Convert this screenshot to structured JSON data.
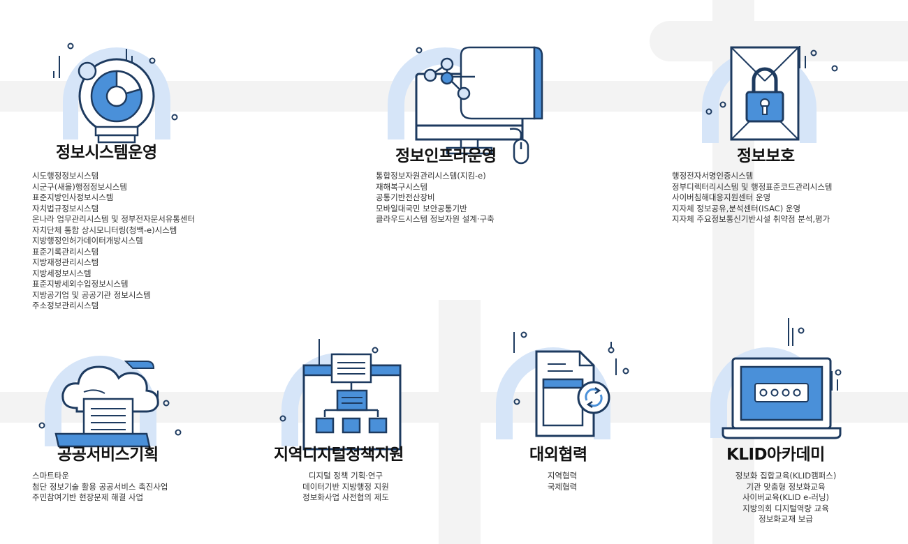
{
  "colors": {
    "arch": "#d6e5f8",
    "accent": "#4a90d9",
    "stroke": "#1d3a5f",
    "bg_shape": "#f3f3f3"
  },
  "cards": [
    {
      "icon": "lightbulb-chart-icon",
      "title": "정보시스템운영",
      "items": [
        "시도행정정보시스템",
        "시군구(새올)행정정보시스템",
        "표준지방인사정보시스템",
        "자치법규정보시스템",
        "온나라 업무관리시스템 및 정부전자문서유통센터",
        "자치단체 통합 상시모니터링(청백-e)시스템",
        "지방행정인허가데이터개방시스템",
        "표준기록관리시스템",
        "지방재정관리시스템",
        "지방세정보시스템",
        "표준지방세외수입정보시스템",
        "지방공기업 및 공공기관 정보시스템",
        "주소정보관리시스템"
      ]
    },
    {
      "icon": "computer-network-icon",
      "title": "정보인프라운영",
      "items": [
        "통합정보자원관리시스템(지킴-e)",
        "재해복구시스템",
        "공통기반전산장비",
        "모바일대국민 보안공통기반",
        "클라우드시스템 정보자원 설계·구축"
      ]
    },
    {
      "icon": "padlock-icon",
      "title": "정보보호",
      "items": [
        "행정전자서명인증시스템",
        "정부디렉터리시스템 및 행정표준코드관리시스템",
        "사이버침해대응지원센터 운영",
        "지자체 정보공유,분석센터(ISAC) 운영",
        "지자체 주요정보통신기반시설 취약점 분석,평가"
      ]
    },
    {
      "icon": "cloud-document-icon",
      "title": "공공서비스기획",
      "items": [
        "스마트타운",
        "첨단 정보기술 활용 공공서비스 촉진사업",
        "주민참여기반 현장문제 해결 사업"
      ]
    },
    {
      "icon": "sitemap-window-icon",
      "title": "지역디지털정책지원",
      "items": [
        "디지털 정책 기획·연구",
        "데이터기반 지방행정 지원",
        "정보화사업 사전협의 제도"
      ]
    },
    {
      "icon": "document-sync-icon",
      "title": "대외협력",
      "items": [
        "지역협력",
        "국제협력"
      ]
    },
    {
      "icon": "laptop-icon",
      "title": "KLID아카데미",
      "items": [
        "정보화 집합교육(KLID캠퍼스)",
        "기관 맞춤형 정보화교육",
        "사이버교육(KLID e-러닝)",
        "지방의회 디지털역량 교육",
        "정보화교재 보급"
      ]
    }
  ]
}
